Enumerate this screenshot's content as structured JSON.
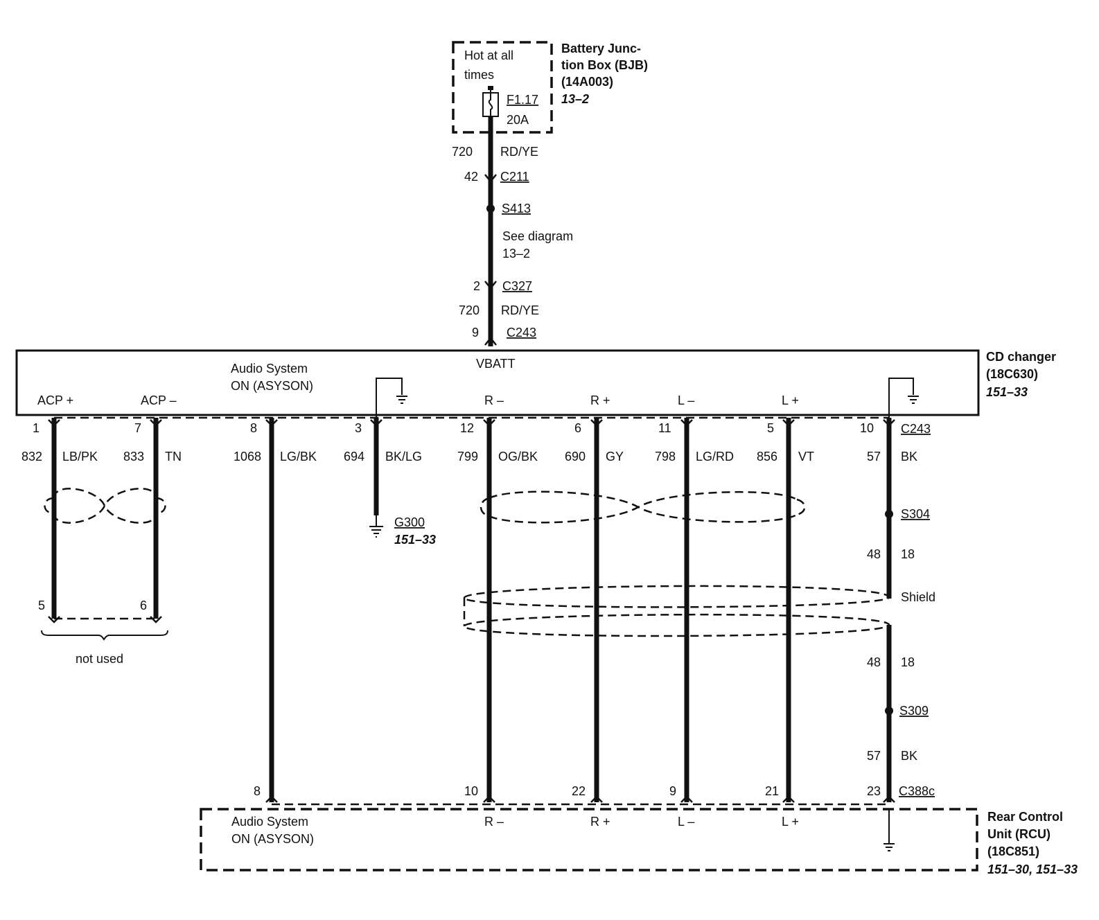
{
  "bjb": {
    "hot_label_1": "Hot at all",
    "hot_label_2": "times",
    "fuse_id": "F1.17",
    "fuse_rating": "20A",
    "title_1": "Battery Junc-",
    "title_2": "tion Box (BJB)",
    "part": "(14A003)",
    "ref": "13–2"
  },
  "feed": {
    "circuit_1": "720",
    "color_1": "RD/YE",
    "pin_c211": "42",
    "conn_c211": "C211",
    "splice_s413": "S413",
    "see_1": "See diagram",
    "see_2": "13–2",
    "pin_c327": "2",
    "conn_c327": "C327",
    "circuit_2": "720",
    "color_2": "RD/YE",
    "pin_c243": "9",
    "conn_c243": "C243"
  },
  "cd_changer": {
    "vbatt": "VBATT",
    "asys_1": "Audio System",
    "asys_2": "ON (ASYSON)",
    "acp_plus": "ACP +",
    "acp_minus": "ACP –",
    "r_minus": "R –",
    "r_plus": "R +",
    "l_minus": "L –",
    "l_plus": "L +",
    "title": "CD changer",
    "part": "(18C630)",
    "ref": "151–33"
  },
  "wires": [
    {
      "pin": "1",
      "circuit": "832",
      "color": "LB/PK"
    },
    {
      "pin": "7",
      "circuit": "833",
      "color": "TN"
    },
    {
      "pin": "8",
      "circuit": "1068",
      "color": "LG/BK"
    },
    {
      "pin": "3",
      "circuit": "694",
      "color": "BK/LG"
    },
    {
      "pin": "12",
      "circuit": "799",
      "color": "OG/BK"
    },
    {
      "pin": "6",
      "circuit": "690",
      "color": "GY"
    },
    {
      "pin": "11",
      "circuit": "798",
      "color": "LG/RD"
    },
    {
      "pin": "5",
      "circuit": "856",
      "color": "VT"
    },
    {
      "pin": "10",
      "circuit": "57",
      "color": "BK"
    }
  ],
  "c243_label": "C243",
  "not_used": {
    "pin_a": "5",
    "pin_b": "6",
    "label": "not used"
  },
  "ground_g300": {
    "name": "G300",
    "ref": "151–33"
  },
  "shield_path": {
    "splice_s304": "S304",
    "circ_a": "48",
    "gauge_a": "18",
    "shield": "Shield",
    "circ_b": "48",
    "gauge_b": "18",
    "splice_s309": "S309",
    "circ_c": "57",
    "color_c": "BK"
  },
  "rcu_pins": [
    "8",
    "10",
    "22",
    "9",
    "21",
    "23"
  ],
  "c388c": "C388c",
  "rcu": {
    "asys_1": "Audio System",
    "asys_2": "ON (ASYSON)",
    "r_minus": "R –",
    "r_plus": "R +",
    "l_minus": "L –",
    "l_plus": "L +",
    "title_1": "Rear Control",
    "title_2": "Unit (RCU)",
    "part": "(18C851)",
    "ref": "151–30, 151–33"
  }
}
